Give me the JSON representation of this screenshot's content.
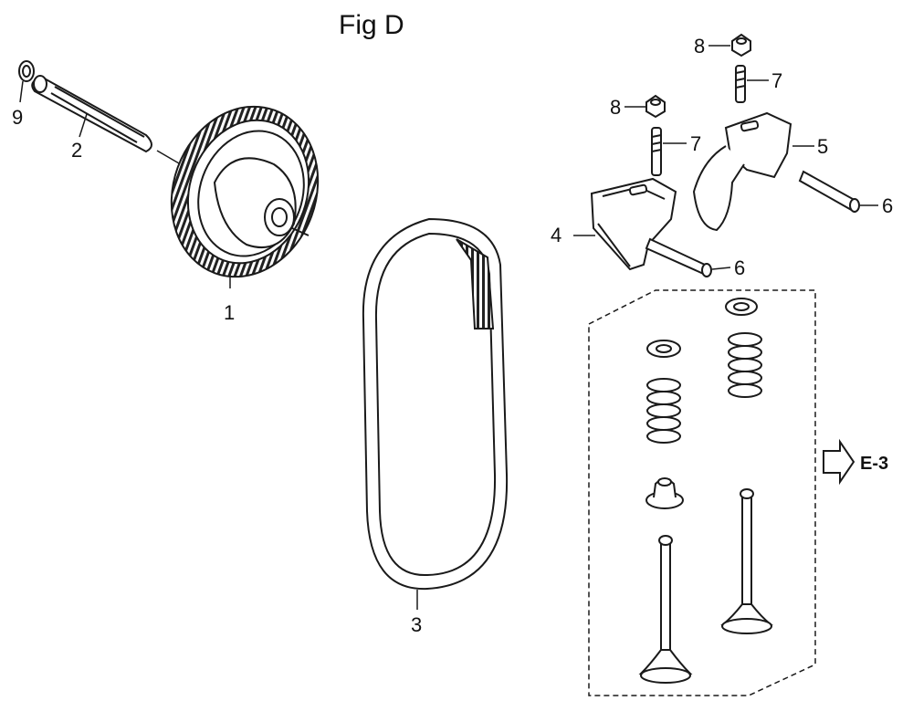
{
  "figure": {
    "title": "Fig D"
  },
  "callouts": {
    "c1": "1",
    "c2": "2",
    "c3": "3",
    "c4": "4",
    "c5": "5",
    "c6a": "6",
    "c6b": "6",
    "c7a": "7",
    "c7b": "7",
    "c8a": "8",
    "c8b": "8",
    "c9": "9"
  },
  "reference": {
    "label": "E-3"
  },
  "colors": {
    "line": "#1a1a1a",
    "background": "#ffffff"
  }
}
